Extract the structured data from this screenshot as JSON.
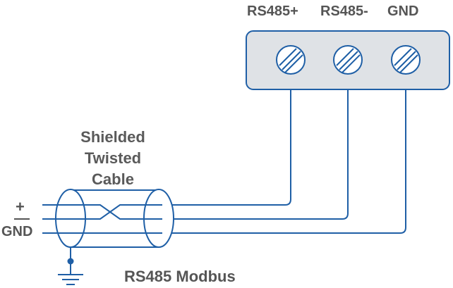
{
  "terminal_block": {
    "labels": [
      "RS485+",
      "RS485-",
      "GND"
    ]
  },
  "cable": {
    "label_lines": [
      "Shielded",
      "Twisted",
      "Cable"
    ]
  },
  "left_side": {
    "plus_symbol": "+",
    "minus_symbol": "–",
    "gnd_label": "GND"
  },
  "bottom_label": "RS485 Modbus",
  "colors": {
    "wire": "#1f5fa6",
    "terminal_fill": "#dfe2e6",
    "text": "#555555"
  }
}
